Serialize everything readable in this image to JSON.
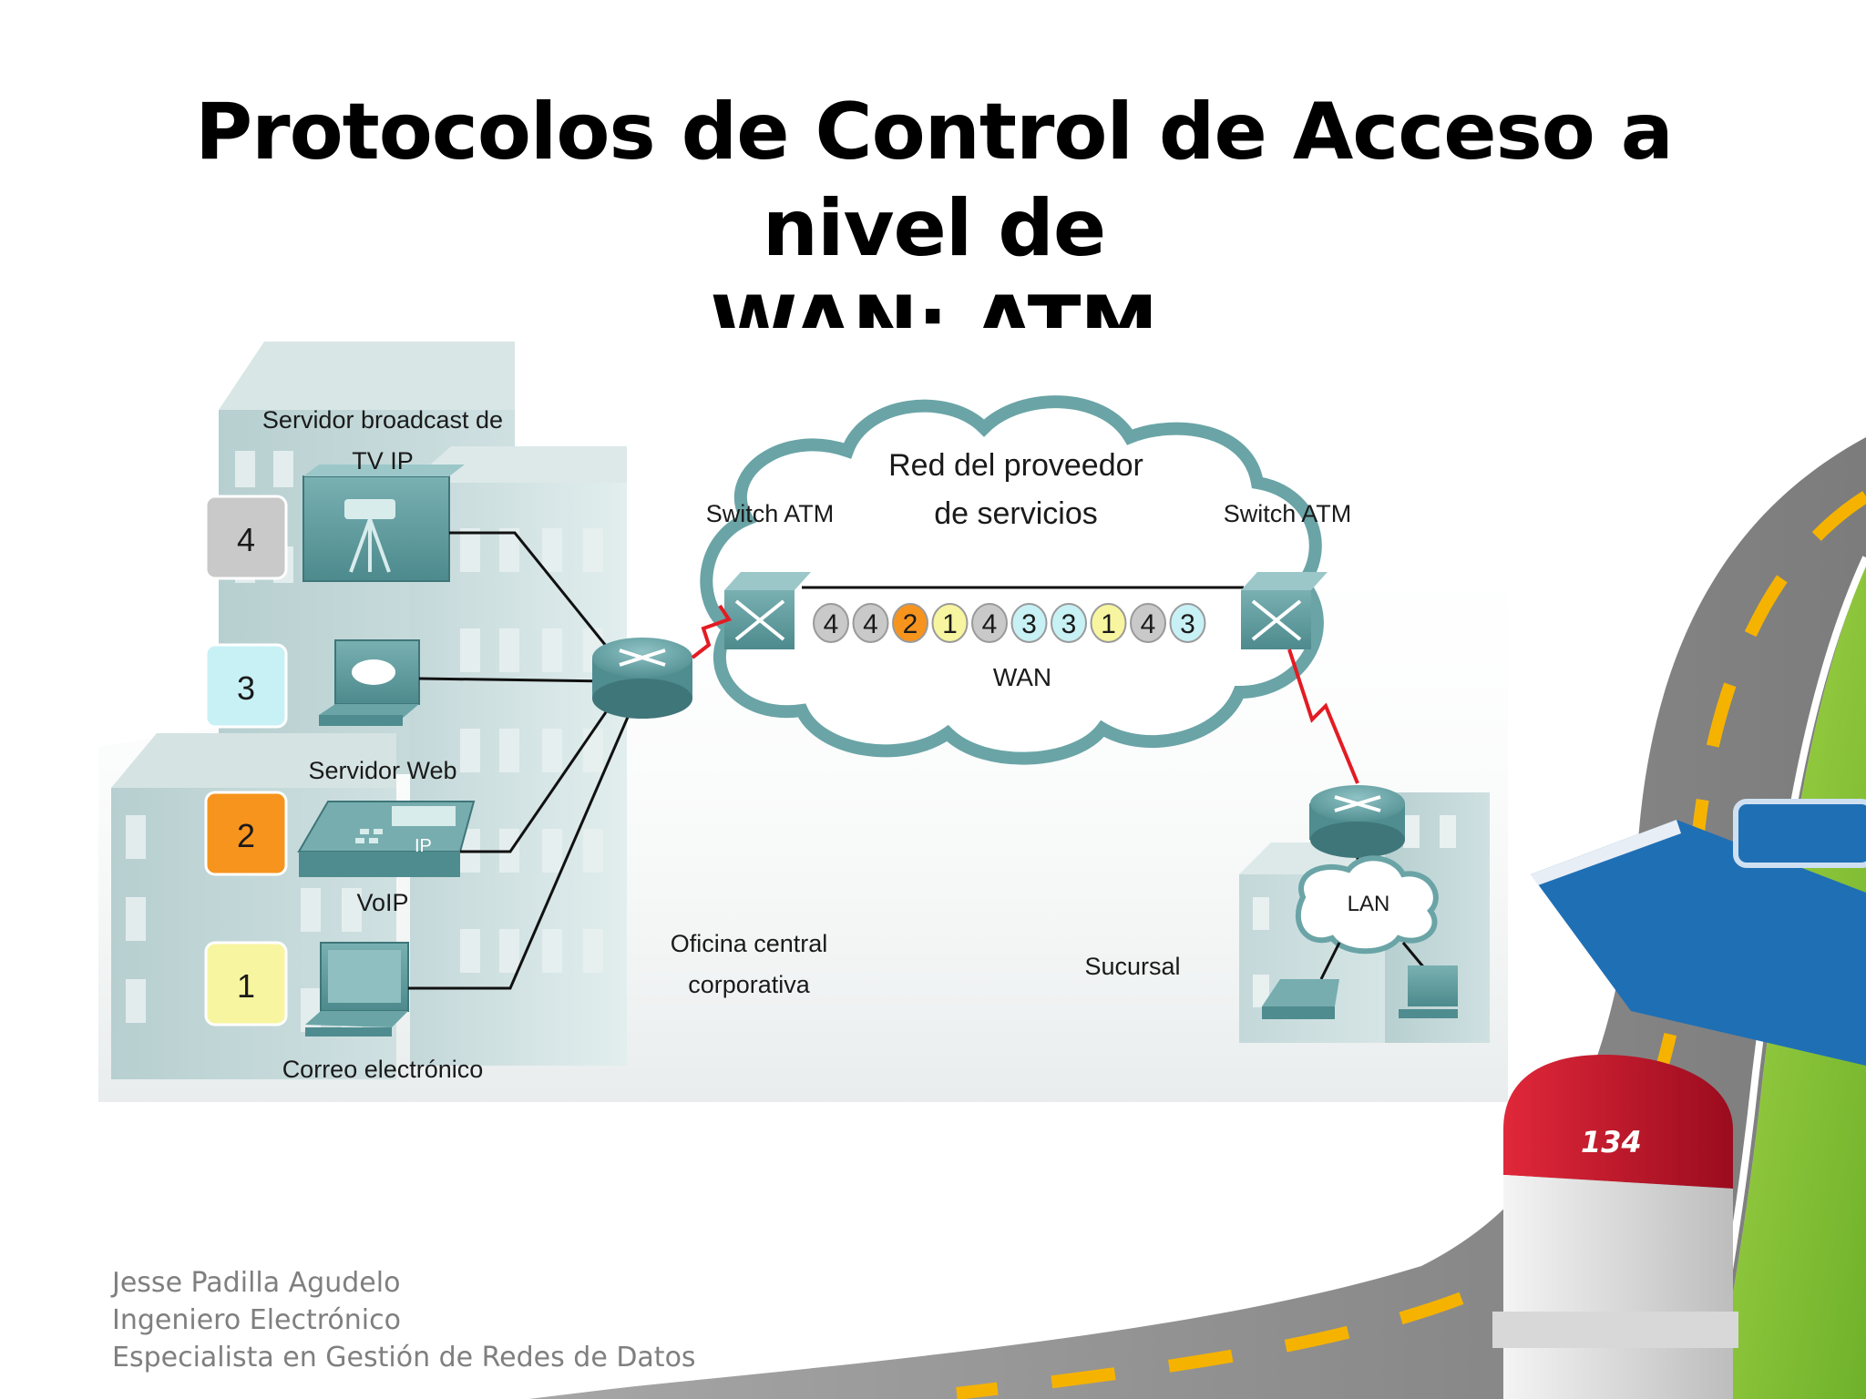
{
  "slide": {
    "title_line1": "Protocolos de Control de Acceso a nivel de",
    "title_line2": "WAN: ATM",
    "page_number": "134"
  },
  "diagram": {
    "services": [
      {
        "num": "4",
        "label_line1": "Servidor broadcast de",
        "label_line2": "TV IP",
        "color": "#c9c9c9",
        "icon": "tv-camera-icon"
      },
      {
        "num": "3",
        "label_line1": "Servidor Web",
        "color": "#c8f1f5",
        "icon": "web-server-monitor-icon"
      },
      {
        "num": "2",
        "label_line1": "VoIP",
        "color": "#f7941d",
        "icon": "ip-phone-icon"
      },
      {
        "num": "1",
        "label_line1": "Correo electrónico",
        "color": "#f7f5a0",
        "icon": "computer-icon"
      }
    ],
    "cloud_label_line1": "Red del proveedor",
    "cloud_label_line2": "de servicios",
    "switch_left_label": "Switch ATM",
    "switch_right_label": "Switch ATM",
    "cells": [
      "4",
      "4",
      "2",
      "1",
      "4",
      "3",
      "3",
      "1",
      "4",
      "3"
    ],
    "wan_label": "WAN",
    "hq_label_line1": "Oficina central",
    "hq_label_line2": "corporativa",
    "branch_label": "Sucursal",
    "lan_label": "LAN",
    "ip_badge": "IP"
  },
  "footer": {
    "line1": "Jesse Padilla Agudelo",
    "line2": "Ingeniero Electrónico",
    "line3": "Especialista en Gestión de Redes  de Datos"
  },
  "colors": {
    "road": "#8a8a8a",
    "road_stripe": "#f5b300",
    "grass": "#8cc63f",
    "sign_blue": "#1f6fb5",
    "marker_red": "#c8102e",
    "building": "#b8cfd0",
    "device": "#5f9ea0",
    "wan_link": "#e31b23"
  }
}
